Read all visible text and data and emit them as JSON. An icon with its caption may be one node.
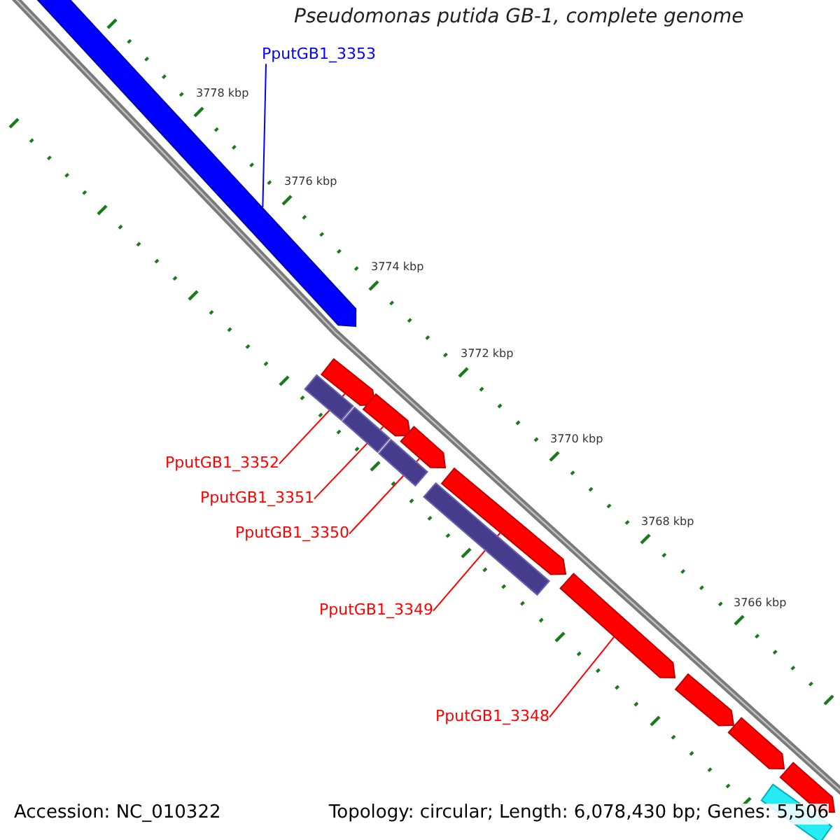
{
  "diagram": {
    "title": "Pseudomonas putida GB-1, complete genome",
    "nodes": [
      {
        "text": [
          "PputGB1_3353"
        ]
      },
      {
        "text": [],
        "shape": "arrow"
      },
      {
        "text": [],
        "shape": "arrow"
      },
      {
        "text": [],
        "shape": "arrow"
      },
      {
        "text": [],
        "shape": "arrow"
      },
      {
        "text": [],
        "shape": "arrow"
      },
      {
        "text": [],
        "shape": "arrow"
      },
      {
        "text": [],
        "shape": "arrow"
      },
      {
        "text": [],
        "shape": "arrow"
      },
      {
        "text": [],
        "shape": "arrow"
      },
      {
        "text": [],
        "shape": "bar"
      },
      {
        "text": [],
        "shape": "bar"
      },
      {
        "text": [],
        "shape": "bar"
      },
      {
        "text": [],
        "shape": "bar"
      },
      {
        "text": [],
        "shape": "bar"
      },
      {
        "text": [
          "PputGB1_3352"
        ]
      },
      {
        "text": [
          "PputGB1_3351"
        ]
      },
      {
        "text": [
          "PputGB1_3350"
        ]
      },
      {
        "text": [
          "PputGB1_3349"
        ]
      },
      {
        "text": [
          "PputGB1_3348"
        ]
      }
    ],
    "edges": [
      {
        "from": 0,
        "to": 1,
        "arrow": "none",
        "color": "#0000ff"
      },
      {
        "from": 15,
        "to": 2,
        "arrow": "none"
      },
      {
        "from": 16,
        "to": 3,
        "arrow": "none"
      },
      {
        "from": 17,
        "to": 4,
        "arrow": "none"
      },
      {
        "from": 18,
        "to": 5,
        "arrow": "none"
      },
      {
        "from": 19,
        "to": 6,
        "arrow": "none"
      }
    ],
    "labels": [
      "3778 kbp",
      "3776 kbp",
      "3774 kbp",
      "3772 kbp",
      "3770 kbp",
      "3768 kbp",
      "3766 kbp",
      "Accession: NC_010322",
      "Topology: circular; Length: 6,078,430 bp; Genes: 5,506"
    ]
  }
}
